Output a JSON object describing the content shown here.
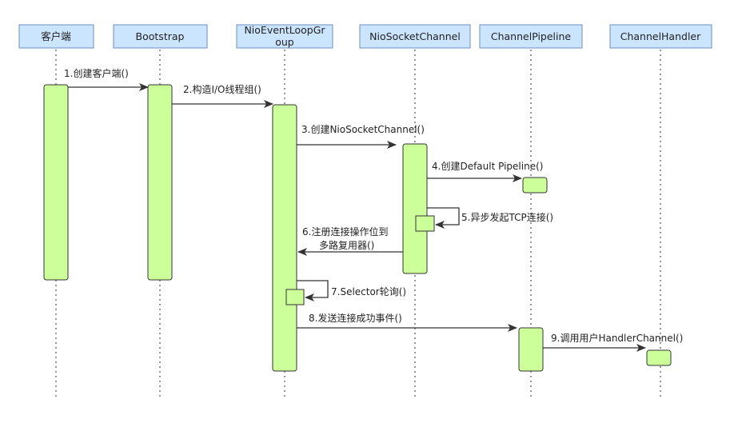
{
  "participants": [
    {
      "id": "client",
      "label": "客户端"
    },
    {
      "id": "bootstrap",
      "label": "Bootstrap"
    },
    {
      "id": "group",
      "label_lines": [
        "NioEventLoopGr",
        "oup"
      ]
    },
    {
      "id": "channel",
      "label": "NioSocketChannel"
    },
    {
      "id": "pipeline",
      "label": "ChannelPipeline"
    },
    {
      "id": "handler",
      "label": "ChannelHandler"
    }
  ],
  "messages": [
    {
      "id": "m1",
      "label": "1.创建客户端()"
    },
    {
      "id": "m2",
      "label": "2.构造I/O线程组()"
    },
    {
      "id": "m3",
      "label": "3.创建NioSocketChannel()"
    },
    {
      "id": "m4",
      "label": "4.创建Default Pipeline()"
    },
    {
      "id": "m5",
      "label": "5.异步发起TCP连接()"
    },
    {
      "id": "m6",
      "label_lines": [
        "6.注册连接操作位到",
        "多路复用器()"
      ]
    },
    {
      "id": "m7",
      "label": "7.Selector轮询()"
    },
    {
      "id": "m8",
      "label": "8.发送连接成功事件()"
    },
    {
      "id": "m9",
      "label": "9.调用用户HandlerChannel()"
    }
  ],
  "colors": {
    "header_fill": "#cce5ff",
    "header_stroke": "#6c8ebf",
    "activation_fill": "#ccff99",
    "activation_stroke": "#333333",
    "arrow": "#333333"
  }
}
